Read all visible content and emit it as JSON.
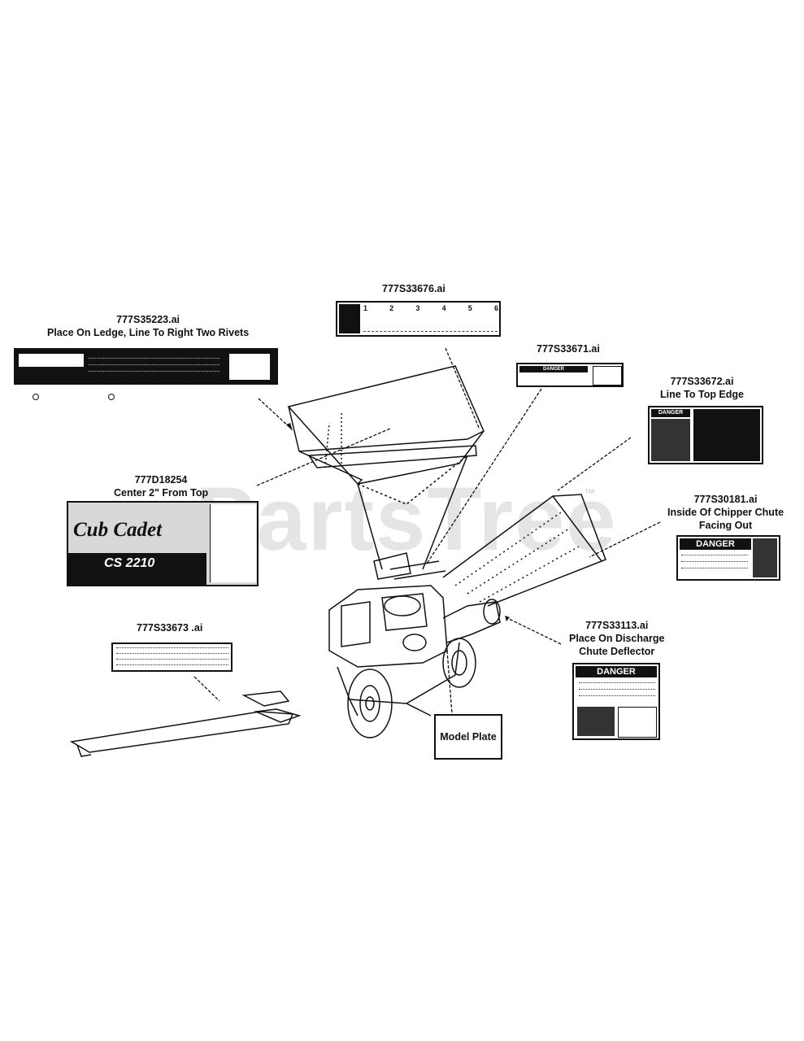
{
  "watermark": {
    "text": "PartsTree",
    "tm": "™"
  },
  "labels": {
    "top_center_decal": {
      "part": "777S33676.ai"
    },
    "top_left_decal": {
      "part": "777S35223.ai",
      "note": "Place On Ledge, Line To Right Two Rivets"
    },
    "danger_mid": {
      "part": "777S33671.ai"
    },
    "right_top": {
      "part": "777S33672.ai",
      "note": "Line To Top Edge"
    },
    "cub_cadet_decal": {
      "part": "777D18254",
      "note": "Center 2\" From Top"
    },
    "chute_inside": {
      "part": "777S30181.ai",
      "note1": "Inside Of Chipper Chute",
      "note2": "Facing Out"
    },
    "bottom_left": {
      "part": "777S33673 .ai"
    },
    "discharge": {
      "part": "777S33113.ai",
      "note1": "Place On Discharge",
      "note2": "Chute Deflector"
    },
    "model_plate": "Model Plate"
  },
  "decal_text": {
    "brand": "Cub Cadet",
    "model": "CS 2210",
    "danger_word": "DANGER",
    "steps": [
      "1",
      "2",
      "3",
      "4",
      "5",
      "6"
    ]
  },
  "icons": [
    "warning-triangle-icon",
    "hand-caution-icon",
    "rotating-blade-icon"
  ]
}
